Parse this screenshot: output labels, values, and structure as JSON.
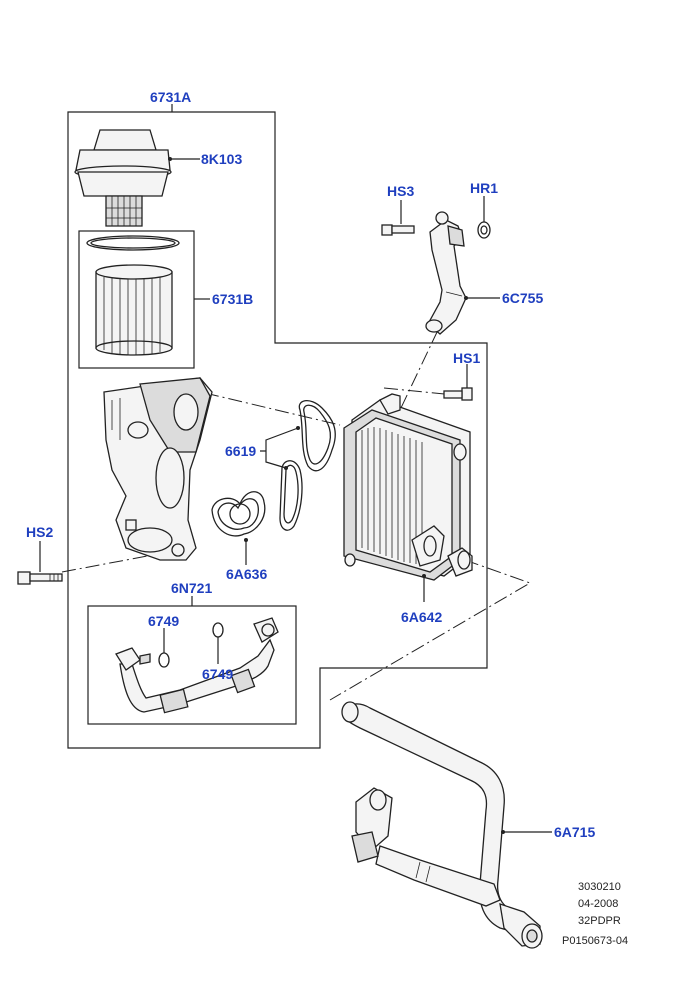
{
  "labels": {
    "l_6731A": "6731A",
    "l_8K103": "8K103",
    "l_6731B": "6731B",
    "l_HS3": "HS3",
    "l_HR1": "HR1",
    "l_6C755": "6C755",
    "l_HS1": "HS1",
    "l_6619": "6619",
    "l_HS2": "HS2",
    "l_6A636": "6A636",
    "l_6A642": "6A642",
    "l_6N721": "6N721",
    "l_6749a": "6749",
    "l_6749b": "6749",
    "l_6A715": "6A715"
  },
  "footer": {
    "line1": "3030210",
    "line2": "04-2008",
    "line3": "32PDPR",
    "line4": "P0150673-04"
  },
  "colors": {
    "label_text": "#1f3fbf",
    "line": "#222222"
  }
}
